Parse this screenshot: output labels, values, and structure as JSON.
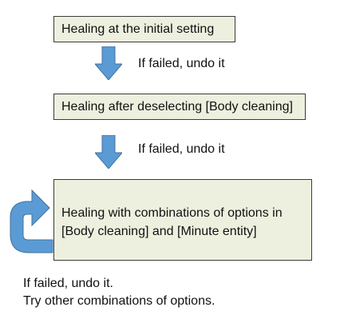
{
  "steps": [
    {
      "label": "Healing at the initial setting"
    },
    {
      "label": "Healing after deselecting [Body cleaning]"
    },
    {
      "line1": "Healing with combinations of options in",
      "line2": "[Body cleaning] and [Minute entity]"
    }
  ],
  "transitions": [
    {
      "note": "If failed, undo it",
      "icon": "down-arrow-icon"
    },
    {
      "note": "If failed, undo it",
      "icon": "down-arrow-icon"
    }
  ],
  "loop": {
    "icon": "loop-back-arrow-icon"
  },
  "footer": {
    "line1": "If failed, undo it.",
    "line2": "Try other combinations of options."
  },
  "colors": {
    "box_fill": "#eef0df",
    "box_border": "#3b3b3b",
    "arrow_fill": "#5b9bd5",
    "arrow_stroke": "#41719c"
  }
}
